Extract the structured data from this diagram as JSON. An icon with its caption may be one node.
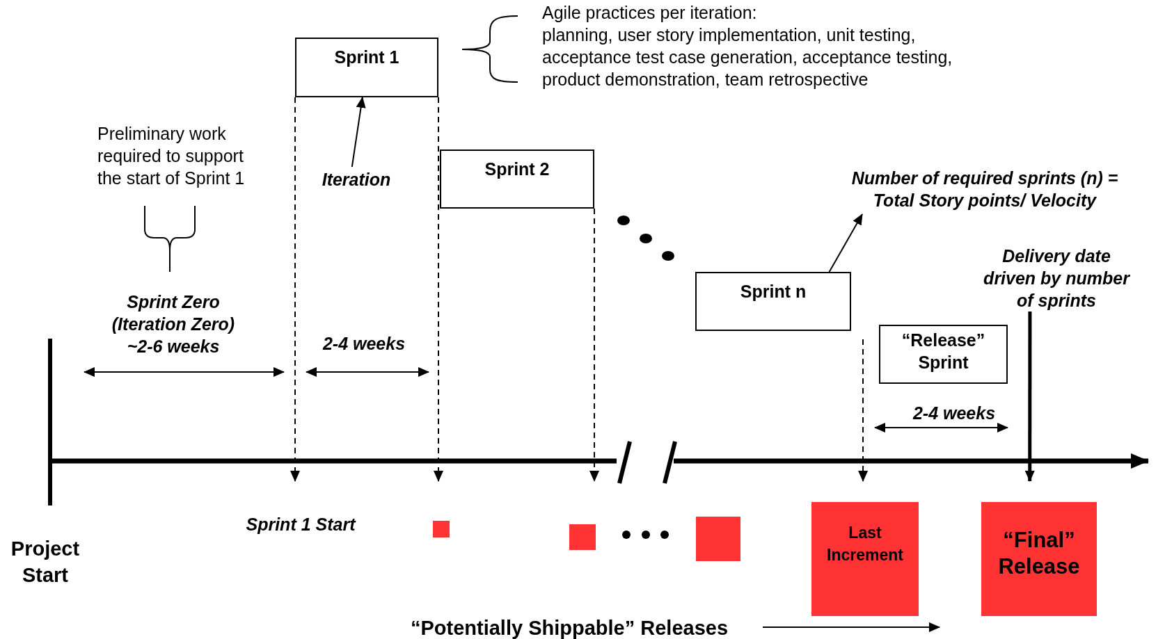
{
  "diagram": {
    "nodes": [
      {
        "text": [
          "Sprint 1"
        ]
      },
      {
        "text": [
          "Sprint 2"
        ]
      },
      {
        "text": [
          "Sprint n"
        ]
      },
      {
        "text": [
          "“Release” Sprint"
        ]
      },
      {
        "text": [
          "Iteration"
        ]
      },
      {
        "text": [
          "Number of required sprints (n) = Total Story points/ Velocity"
        ]
      },
      {
        "text": [
          "Delivery date driven by number of sprints"
        ]
      },
      {
        "text": [
          "“Potentially Shippable” Releases"
        ]
      },
      {
        "text": [],
        "shape": "box"
      },
      {
        "text": [],
        "shape": "box"
      },
      {
        "text": [],
        "shape": "box"
      },
      {
        "text": [
          "Last Increment"
        ]
      },
      {
        "text": [
          "“Final” Release"
        ]
      }
    ],
    "edges": [
      {
        "from": 4,
        "to": 0,
        "arrow": "to"
      },
      {
        "from": 2,
        "to": 5,
        "arrow": "to"
      },
      {
        "from": 0,
        "to": null,
        "arrow": "to",
        "style": "dashed"
      },
      {
        "from": 0,
        "to": null,
        "arrow": "to",
        "style": "dashed"
      },
      {
        "from": 1,
        "to": null,
        "arrow": "to",
        "style": "dashed"
      },
      {
        "from": 6,
        "to": 12,
        "arrow": "to",
        "style": "thick"
      },
      {
        "from": 7,
        "to": 11,
        "arrow": "to"
      },
      {
        "from": null,
        "to": 11,
        "arrow": "to",
        "style": "dashed"
      }
    ],
    "labels": [
      "Agile practices per iteration:",
      "planning, user story implementation, unit testing, acceptance test case generation, acceptance testing, product demonstration, team retrospective",
      "Preliminary work required to support the start of Sprint 1",
      "Sprint Zero (Iteration Zero)",
      "~2-6 weeks",
      "2-4 weeks",
      "2-4 weeks",
      "Project Start",
      "Sprint 1 Start"
    ]
  }
}
